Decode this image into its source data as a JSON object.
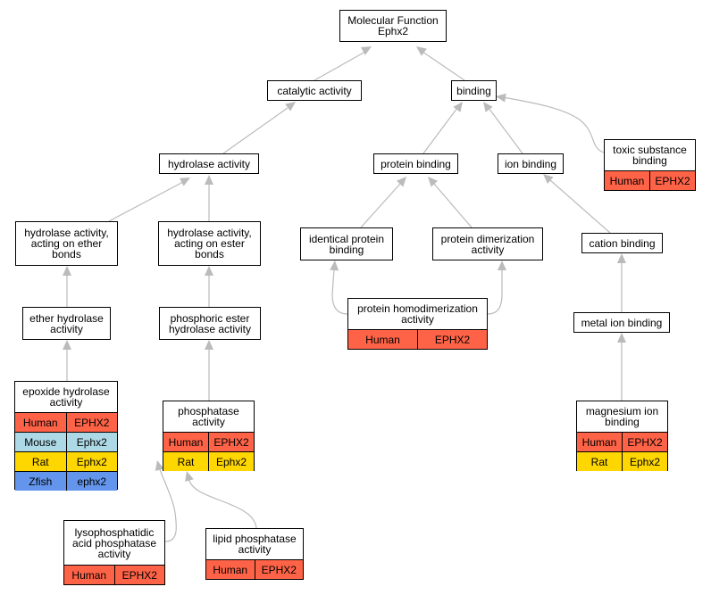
{
  "colors": {
    "edge": "#bbbbbb",
    "Human": "#ff6347",
    "Mouse": "#add8e6",
    "Rat": "#ffd700",
    "Zfish": "#6495ed"
  },
  "nodes": [
    {
      "id": "mf",
      "label": "Molecular Function\nEphx2",
      "orthologs": []
    },
    {
      "id": "catalytic",
      "label": "catalytic activity",
      "orthologs": []
    },
    {
      "id": "binding",
      "label": "binding",
      "orthologs": []
    },
    {
      "id": "hydrolase",
      "label": "hydrolase activity",
      "orthologs": []
    },
    {
      "id": "protbind",
      "label": "protein binding",
      "orthologs": []
    },
    {
      "id": "ionbind",
      "label": "ion binding",
      "orthologs": []
    },
    {
      "id": "toxic",
      "label": "toxic substance\nbinding",
      "orthologs": [
        {
          "species": "Human",
          "gene": "EPHX2"
        }
      ]
    },
    {
      "id": "ether",
      "label": "hydrolase activity,\nacting on ether\nbonds",
      "orthologs": []
    },
    {
      "id": "ester",
      "label": "hydrolase activity,\nacting on ester\nbonds",
      "orthologs": []
    },
    {
      "id": "identical",
      "label": "identical protein\nbinding",
      "orthologs": []
    },
    {
      "id": "dimer",
      "label": "protein dimerization\nactivity",
      "orthologs": []
    },
    {
      "id": "cation",
      "label": "cation binding",
      "orthologs": []
    },
    {
      "id": "etherhyd",
      "label": "ether hydrolase\nactivity",
      "orthologs": []
    },
    {
      "id": "phosester",
      "label": "phosphoric ester\nhydrolase activity",
      "orthologs": []
    },
    {
      "id": "homodimer",
      "label": "protein homodimerization\nactivity",
      "orthologs": [
        {
          "species": "Human",
          "gene": "EPHX2"
        }
      ]
    },
    {
      "id": "metal",
      "label": "metal ion binding",
      "orthologs": []
    },
    {
      "id": "epoxide",
      "label": "epoxide hydrolase\nactivity",
      "orthologs": [
        {
          "species": "Human",
          "gene": "EPHX2"
        },
        {
          "species": "Mouse",
          "gene": "Ephx2"
        },
        {
          "species": "Rat",
          "gene": "Ephx2"
        },
        {
          "species": "Zfish",
          "gene": "ephx2"
        }
      ]
    },
    {
      "id": "phosphatase",
      "label": "phosphatase\nactivity",
      "orthologs": [
        {
          "species": "Human",
          "gene": "EPHX2"
        },
        {
          "species": "Rat",
          "gene": "Ephx2"
        }
      ]
    },
    {
      "id": "magnesium",
      "label": "magnesium ion\nbinding",
      "orthologs": [
        {
          "species": "Human",
          "gene": "EPHX2"
        },
        {
          "species": "Rat",
          "gene": "Ephx2"
        }
      ]
    },
    {
      "id": "lpa",
      "label": "lysophosphatidic\nacid phosphatase\nactivity",
      "orthologs": [
        {
          "species": "Human",
          "gene": "EPHX2"
        }
      ]
    },
    {
      "id": "lipid",
      "label": "lipid phosphatase\nactivity",
      "orthologs": [
        {
          "species": "Human",
          "gene": "EPHX2"
        }
      ]
    }
  ],
  "edges": [
    {
      "from": "catalytic",
      "to": "mf"
    },
    {
      "from": "binding",
      "to": "mf"
    },
    {
      "from": "hydrolase",
      "to": "catalytic"
    },
    {
      "from": "protbind",
      "to": "binding"
    },
    {
      "from": "ionbind",
      "to": "binding"
    },
    {
      "from": "toxic",
      "to": "binding"
    },
    {
      "from": "ether",
      "to": "hydrolase"
    },
    {
      "from": "ester",
      "to": "hydrolase"
    },
    {
      "from": "identical",
      "to": "protbind"
    },
    {
      "from": "dimer",
      "to": "protbind"
    },
    {
      "from": "cation",
      "to": "ionbind"
    },
    {
      "from": "etherhyd",
      "to": "ether"
    },
    {
      "from": "phosester",
      "to": "ester"
    },
    {
      "from": "homodimer",
      "to": "identical"
    },
    {
      "from": "homodimer",
      "to": "dimer"
    },
    {
      "from": "metal",
      "to": "cation"
    },
    {
      "from": "epoxide",
      "to": "etherhyd"
    },
    {
      "from": "phosphatase",
      "to": "phosester"
    },
    {
      "from": "magnesium",
      "to": "metal"
    },
    {
      "from": "lpa",
      "to": "phosphatase"
    },
    {
      "from": "lipid",
      "to": "phosphatase"
    }
  ]
}
